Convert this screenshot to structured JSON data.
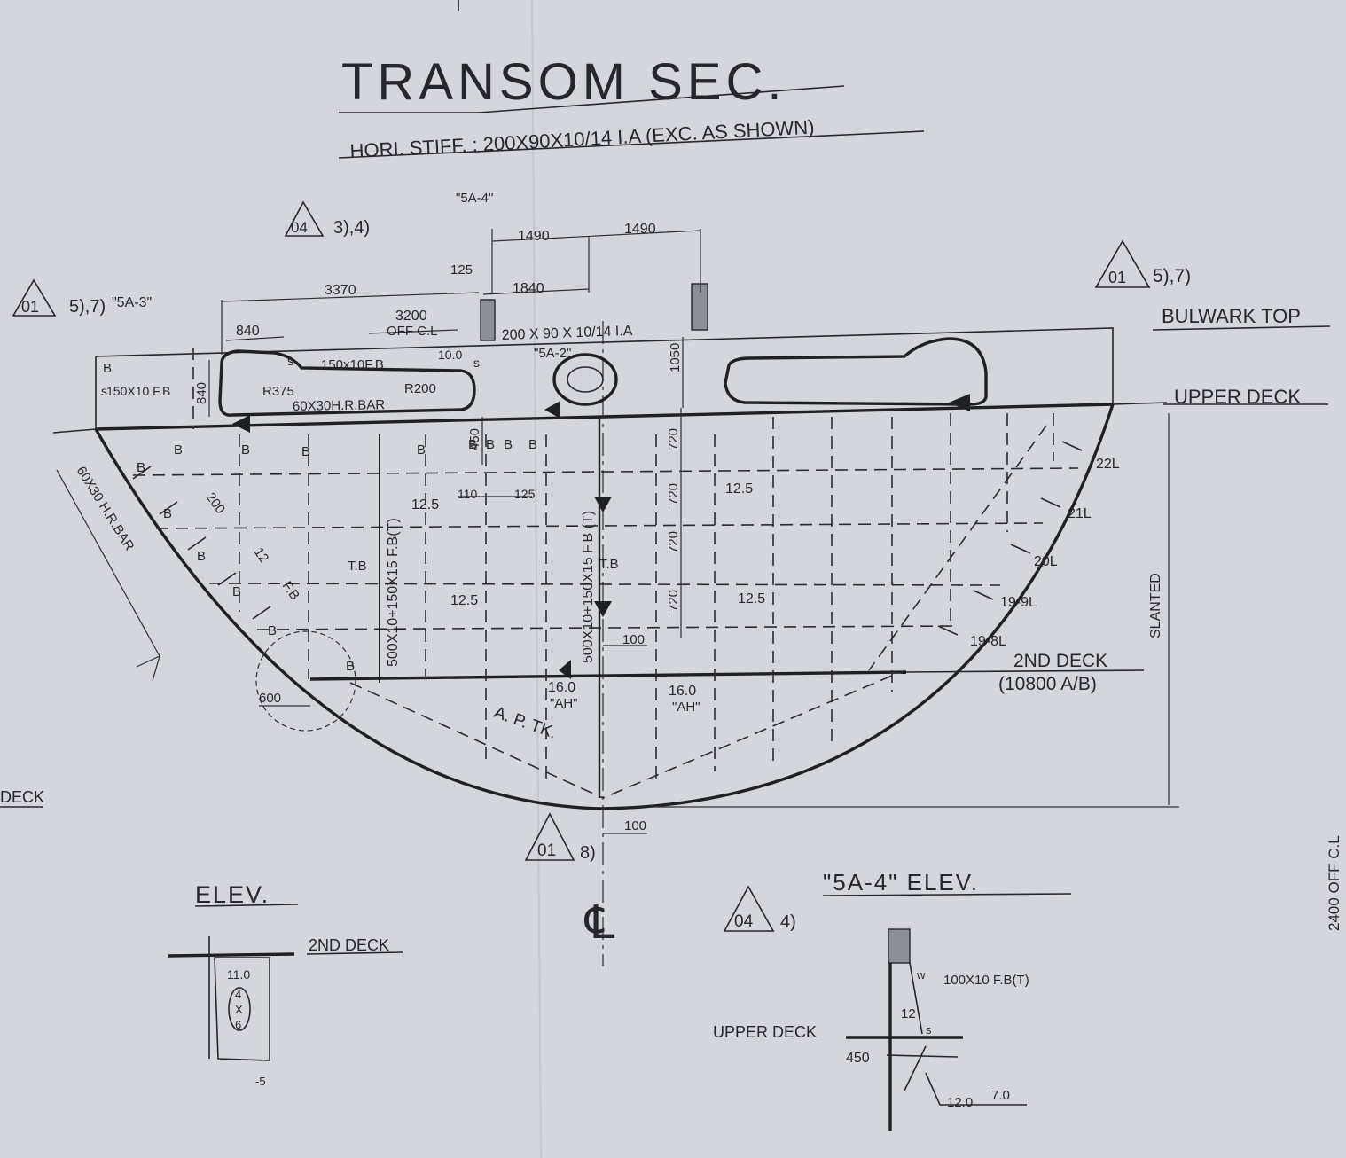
{
  "title": "TRANSOM SEC.",
  "subtitle": "HORI. STIFF. : 200X90X10/14 I.A (EXC. AS SHOWN)",
  "rev_tags": [
    {
      "box": "04",
      "note": "3),4)"
    },
    {
      "box": "01",
      "note": "5),7)"
    },
    {
      "box": "01",
      "note": "5),7)"
    },
    {
      "box": "01",
      "note": "8)"
    },
    {
      "box": "04",
      "note": "4)"
    }
  ],
  "refs": {
    "r4": "\"5A-4\"",
    "r3": "\"5A-3\"",
    "r2": "\"5A-2\""
  },
  "deck_labels": {
    "bulwark_top": "BULWARK TOP",
    "upper_deck": "UPPER DECK",
    "second_deck": "2ND DECK",
    "second_deck_ab": "(10800 A/B)",
    "slanted": "SLANTED",
    "deck_left": "DECK",
    "off_cl": "2400 OFF C.L"
  },
  "dims": {
    "d1490a": "1490",
    "d1490b": "1490",
    "d125": "125",
    "d1840": "1840",
    "d3370": "3370",
    "d3200": "3200",
    "d_offcl": "OFF C.L",
    "d840": "840",
    "d840v": "840",
    "d1050": "1050",
    "d450": "450",
    "d720a": "720",
    "d720b": "720",
    "d720c": "720",
    "d720d": "720",
    "d110": "110",
    "d125b": "125",
    "d100": "100",
    "d100b": "100",
    "d600": "600",
    "d200": "200",
    "d12": "12",
    "d10": "10.0"
  },
  "members": {
    "ia": "200 X 90 X 10/14 I.A",
    "fb150": "150x10F.B",
    "fb150s": "150X10 F.B",
    "r375": "R375",
    "r200": "R200",
    "hrbar": "60X30H.R.BAR",
    "hrbar_diag": "60X30 H.R.BAR",
    "tee_l": "500X10+150X15 F.B(T)",
    "tee_r": "500X10+150X15 F.B (T)",
    "tb": "T.B",
    "fb": "F.B"
  },
  "plates": {
    "p1": "12.5",
    "p2": "12.5",
    "p3": "12.5",
    "p4": "12.5",
    "p5": "16.0",
    "p6": "16.0",
    "ah": "\"AH\"",
    "apt": "A. P. TK."
  },
  "frames": [
    "22L",
    "21L",
    "20L",
    "19-9L",
    "19-8L"
  ],
  "bracket_mark": "B",
  "s_mark": "s",
  "w_mark": "w",
  "centerline": "℄",
  "elev_left": {
    "title": "ELEV.",
    "deck": "2ND DECK",
    "thk": "11.0",
    "circ_top": "4",
    "circ_mid": "X",
    "circ_bot": "6",
    "minus": "-5"
  },
  "elev_right": {
    "title": "\"5A-4\" ELEV.",
    "fb": "100X10 F.B(T)",
    "plate": "12",
    "deck": "UPPER DECK",
    "dim": "450",
    "t1": "12.0",
    "t2": "7.0"
  }
}
